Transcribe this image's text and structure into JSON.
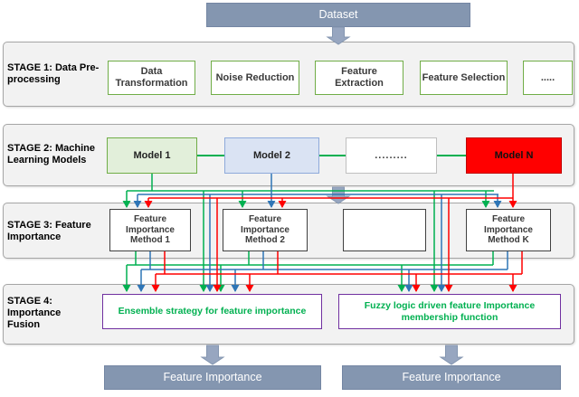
{
  "dataset": {
    "label": "Dataset"
  },
  "stages": [
    {
      "label": "STAGE 1: Data Pre-processing",
      "boxes": [
        "Data Transformation",
        "Noise Reduction",
        "Feature Extraction",
        "Feature Selection",
        "....."
      ]
    },
    {
      "label": "STAGE 2: Machine Learning Models",
      "boxes": [
        "Model 1",
        "Model 2",
        ".........",
        "Model N"
      ]
    },
    {
      "label": "STAGE 3: Feature Importance",
      "boxes": [
        "Feature Importance Method 1",
        "Feature Importance Method 2",
        "",
        "Feature Importance Method K"
      ]
    },
    {
      "label": "STAGE 4: Importance Fusion",
      "boxes": [
        "Ensemble strategy for feature importance",
        "Fuzzy logic driven feature Importance membership function"
      ]
    }
  ],
  "outputs": [
    {
      "label": "Feature Importance"
    },
    {
      "label": "Feature Importance"
    }
  ],
  "colors": {
    "header_fill": "#8496b0",
    "block_arrow": "#97a6c0",
    "stage_band_fill": "#f2f2f2",
    "stage_band_border": "#a6a6a6",
    "preprocess_border": "#70ad47",
    "model1_fill": "#e2efda",
    "model2_fill": "#dae3f3",
    "modelN_fill": "#ff0000",
    "fi_border": "#404040",
    "fusion_border": "#7030a0",
    "fusion_text": "#00b050",
    "arrow_model1": "#00b050",
    "arrow_model2": "#2e75b6",
    "arrow_modelN": "#ff0000"
  }
}
